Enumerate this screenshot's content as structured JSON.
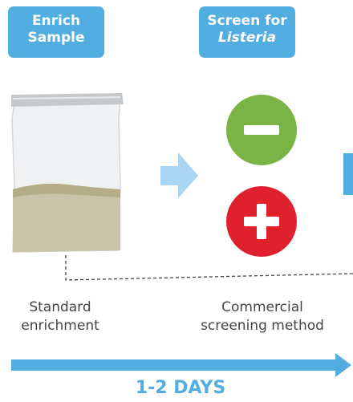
{
  "steps": [
    {
      "badge_line1": "Enrich",
      "badge_line2": "Sample",
      "caption_line1": "Standard",
      "caption_line2": "enrichment"
    },
    {
      "badge_line1": "Screen for",
      "badge_line2": "Listeria",
      "caption_line1": "Commercial",
      "caption_line2": "screening method"
    }
  ],
  "results": {
    "negative_symbol": "−",
    "positive_symbol": "+"
  },
  "timeline": {
    "duration": "1-2 DAYS"
  },
  "colors": {
    "accent_blue": "#52ade0",
    "arrow_light_blue": "#a9d6f2",
    "negative_green": "#7ab444",
    "positive_red": "#e0202d",
    "sample_liquid": "#c9c3a7",
    "sample_liquid_top": "#b4ad87"
  }
}
